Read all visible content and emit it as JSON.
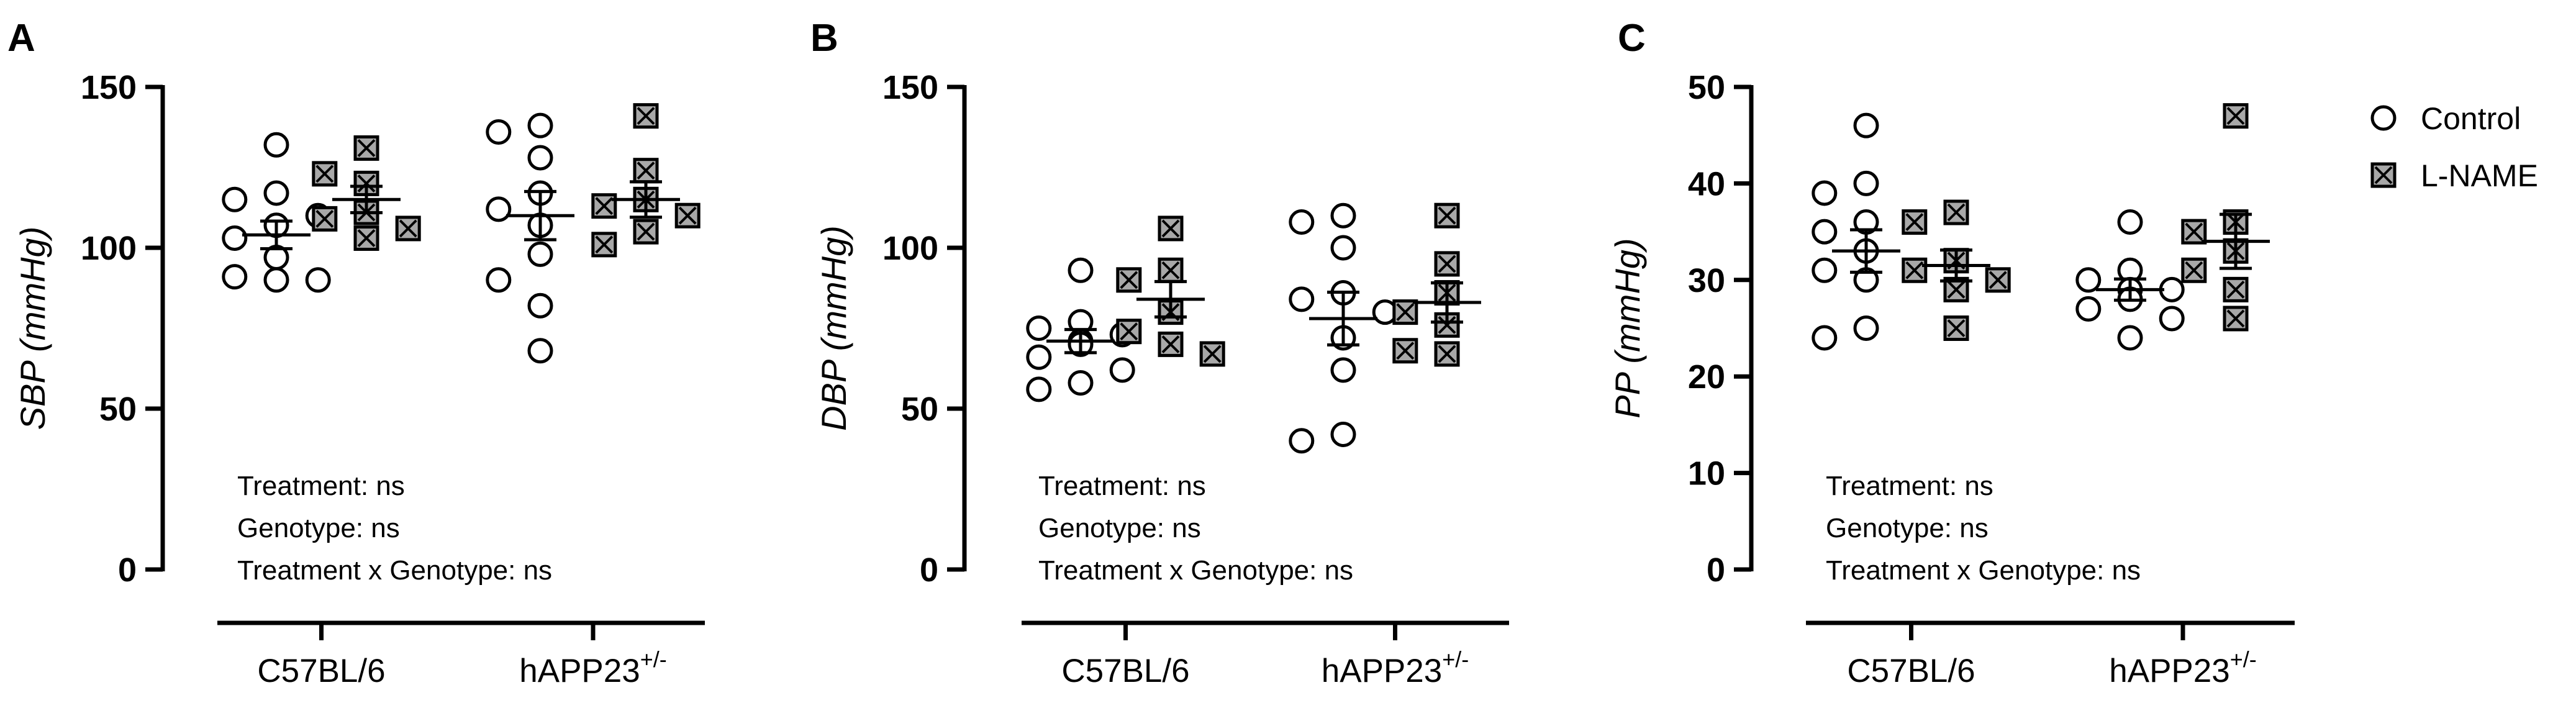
{
  "legend": {
    "items": [
      {
        "label": "Control",
        "marker": "open-circle"
      },
      {
        "label": "L-NAME",
        "marker": "crossed-grey-square"
      }
    ]
  },
  "chart_data": [
    {
      "type": "scatter",
      "panel_label": "A",
      "ylabel": "SBP (mmHg)",
      "ylim": [
        0,
        150
      ],
      "yticks": [
        0,
        50,
        100,
        150
      ],
      "categories": [
        "C57BL/6",
        "hAPP23+/-"
      ],
      "category_labels": [
        {
          "base": "C57BL/6",
          "sup": ""
        },
        {
          "base": "hAPP23",
          "sup": "+/-"
        }
      ],
      "stats": [
        "Treatment: ns",
        "Genotype: ns",
        "Treatment x Genotype: ns"
      ],
      "series": [
        {
          "name": "Control",
          "group": 0,
          "values": [
            132,
            117,
            115,
            110,
            107,
            103,
            97,
            91,
            90,
            90
          ],
          "mean": 104,
          "sem": 4.3
        },
        {
          "name": "L-NAME",
          "group": 0,
          "values": [
            131,
            123,
            120,
            111,
            109,
            106,
            103
          ],
          "mean": 115,
          "sem": 4.1
        },
        {
          "name": "Control",
          "group": 1,
          "values": [
            138,
            136,
            128,
            117,
            112,
            107,
            98,
            90,
            82,
            68
          ],
          "mean": 110,
          "sem": 7.5
        },
        {
          "name": "L-NAME",
          "group": 1,
          "values": [
            141,
            124,
            115,
            113,
            110,
            105,
            101
          ],
          "mean": 115,
          "sem": 5.5
        }
      ]
    },
    {
      "type": "scatter",
      "panel_label": "B",
      "ylabel": "DBP (mmHg)",
      "ylim": [
        0,
        150
      ],
      "yticks": [
        0,
        50,
        100,
        150
      ],
      "categories": [
        "C57BL/6",
        "hAPP23+/-"
      ],
      "category_labels": [
        {
          "base": "C57BL/6",
          "sup": ""
        },
        {
          "base": "hAPP23",
          "sup": "+/-"
        }
      ],
      "stats": [
        "Treatment: ns",
        "Genotype: ns",
        "Treatment x Genotype: ns"
      ],
      "series": [
        {
          "name": "Control",
          "group": 0,
          "values": [
            93,
            77,
            75,
            73,
            71,
            70,
            66,
            62,
            58,
            56
          ],
          "mean": 71,
          "sem": 3.6
        },
        {
          "name": "L-NAME",
          "group": 0,
          "values": [
            106,
            93,
            90,
            80,
            74,
            70,
            67
          ],
          "mean": 84,
          "sem": 5.5
        },
        {
          "name": "Control",
          "group": 1,
          "values": [
            110,
            108,
            100,
            86,
            84,
            80,
            72,
            62,
            42,
            40
          ],
          "mean": 78,
          "sem": 8.2
        },
        {
          "name": "L-NAME",
          "group": 1,
          "values": [
            110,
            95,
            86,
            80,
            76,
            68,
            67
          ],
          "mean": 83,
          "sem": 6.1
        }
      ]
    },
    {
      "type": "scatter",
      "panel_label": "C",
      "ylabel": "PP (mmHg)",
      "ylim": [
        0,
        50
      ],
      "yticks": [
        0,
        10,
        20,
        30,
        40,
        50
      ],
      "categories": [
        "C57BL/6",
        "hAPP23+/-"
      ],
      "category_labels": [
        {
          "base": "C57BL/6",
          "sup": ""
        },
        {
          "base": "hAPP23",
          "sup": "+/-"
        }
      ],
      "stats": [
        "Treatment: ns",
        "Genotype: ns",
        "Treatment x Genotype: ns"
      ],
      "series": [
        {
          "name": "Control",
          "group": 0,
          "values": [
            46,
            40,
            39,
            36,
            35,
            33,
            31,
            30,
            25,
            24
          ],
          "mean": 33,
          "sem": 2.2
        },
        {
          "name": "L-NAME",
          "group": 0,
          "values": [
            37,
            36,
            32,
            31,
            30,
            29,
            25
          ],
          "mean": 31.5,
          "sem": 1.6
        },
        {
          "name": "Control",
          "group": 1,
          "values": [
            36,
            31,
            30,
            29,
            29,
            28,
            27,
            26,
            24
          ],
          "mean": 29,
          "sem": 1.1
        },
        {
          "name": "L-NAME",
          "group": 1,
          "values": [
            47,
            36,
            35,
            33,
            31,
            29,
            26
          ],
          "mean": 34,
          "sem": 2.8
        }
      ]
    }
  ]
}
